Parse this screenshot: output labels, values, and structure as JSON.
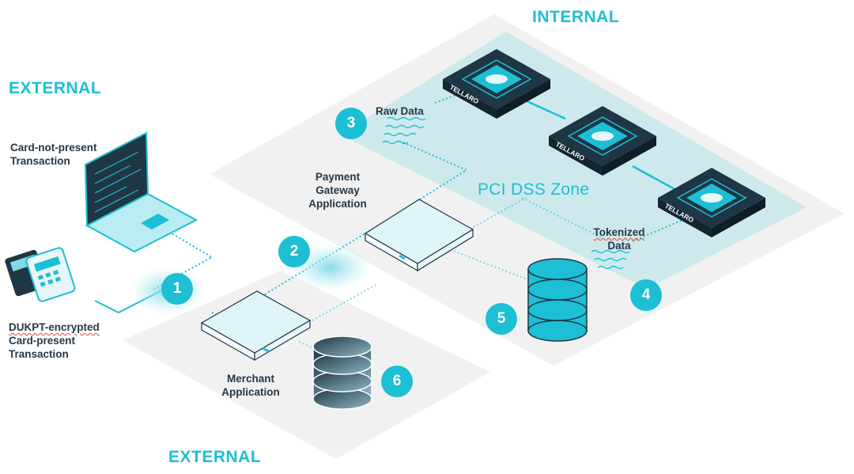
{
  "zones": {
    "internal": "INTERNAL",
    "external_top": "EXTERNAL",
    "external_bottom": "EXTERNAL",
    "pci": "PCI DSS Zone"
  },
  "labels": {
    "card_not_present": [
      "Card-not-present",
      "Transaction"
    ],
    "card_present": [
      "DUKPT-encrypted",
      "Card-present",
      "Transaction"
    ],
    "payment_gateway": [
      "Payment",
      "Gateway",
      "Application"
    ],
    "merchant": [
      "Merchant",
      "Application"
    ],
    "raw_data": "Raw Data",
    "tokenized": [
      "Tokenized",
      "Data"
    ]
  },
  "nodes": {
    "tellaro_brand": "TELLARO",
    "badges": [
      "1",
      "2",
      "3",
      "4",
      "5",
      "6"
    ]
  },
  "colors": {
    "accent": "#1cbfd4",
    "dark": "#1f3644",
    "platform": "#f1f1f2",
    "pci_zone": "#cde9ec"
  }
}
